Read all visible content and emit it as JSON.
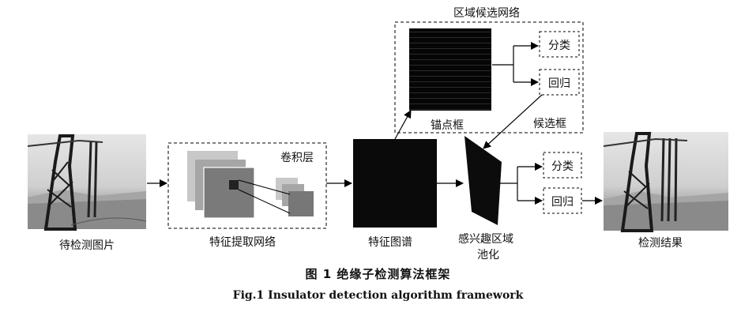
{
  "input_label": "待检测图片",
  "feature_net": {
    "title": "特征提取网络",
    "conv_label": "卷积层"
  },
  "feature_map_label": "特征图谱",
  "rpn": {
    "title": "区域候选网络",
    "anchor_label": "锚点框",
    "proposal_label": "候选框",
    "cls_label": "分类",
    "reg_label": "回归"
  },
  "roi_pool_label_line1": "感兴趣区域",
  "roi_pool_label_line2": "池化",
  "head": {
    "cls_label": "分类",
    "reg_label": "回归"
  },
  "output_label": "检测结果",
  "caption_cn": "图 1    绝缘子检测算法框架",
  "caption_en": "Fig.1    Insulator detection algorithm framework"
}
